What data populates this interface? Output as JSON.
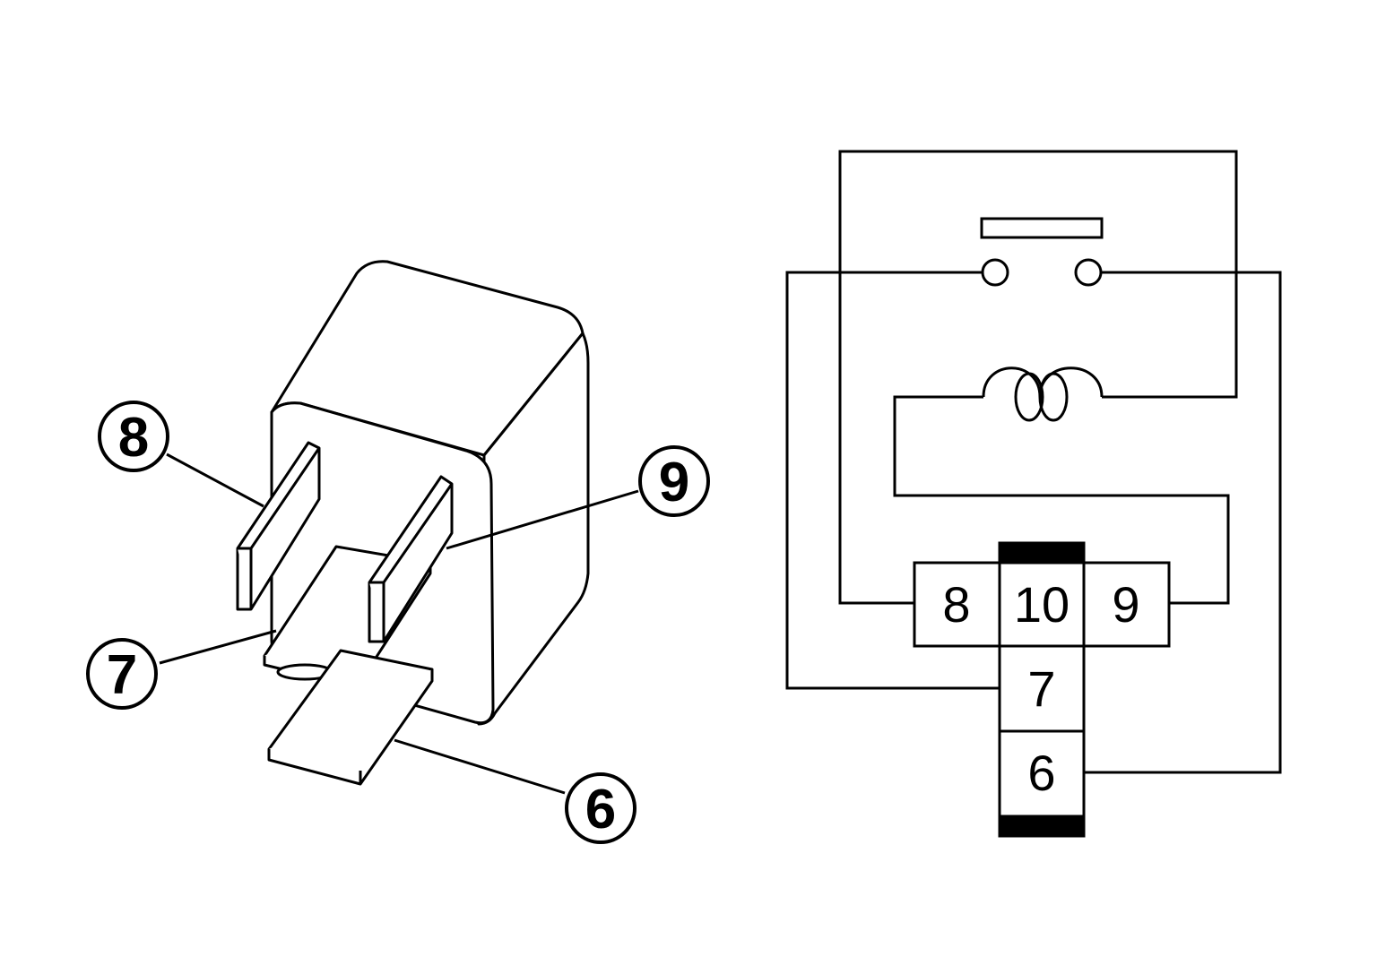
{
  "callouts": {
    "pin_8": "8",
    "pin_9": "9",
    "pin_7": "7",
    "pin_6": "6"
  },
  "connector": {
    "cell_8": "8",
    "cell_10": "10",
    "cell_9": "9",
    "cell_7": "7",
    "cell_6": "6"
  },
  "colors": {
    "line": "#000000",
    "background": "#ffffff"
  }
}
